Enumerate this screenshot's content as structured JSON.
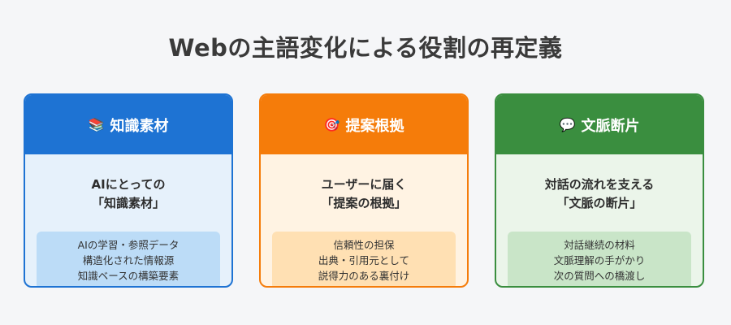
{
  "title": "Webの主語変化による役割の再定義",
  "cards": [
    {
      "color": "#1e73d3",
      "icon": "books-icon",
      "icon_glyph": "📚",
      "label": "知識素材",
      "heading": [
        "AIにとっての",
        "「知識素材」"
      ],
      "items": [
        "AIの学習・参照データ",
        "構造化された情報源",
        "知識ベースの構築要素"
      ]
    },
    {
      "color": "#f57c0a",
      "icon": "target-icon",
      "icon_glyph": "🎯",
      "label": "提案根拠",
      "heading": [
        "ユーザーに届く",
        "「提案の根拠」"
      ],
      "items": [
        "信頼性の担保",
        "出典・引用元として",
        "説得力のある裏付け"
      ]
    },
    {
      "color": "#3a8e3f",
      "icon": "speech-bubble-icon",
      "icon_glyph": "💬",
      "label": "文脈断片",
      "heading": [
        "対話の流れを支える",
        "「文脈の断片」"
      ],
      "items": [
        "対話継続の材料",
        "文脈理解の手がかり",
        "次の質問への橋渡し"
      ]
    }
  ]
}
